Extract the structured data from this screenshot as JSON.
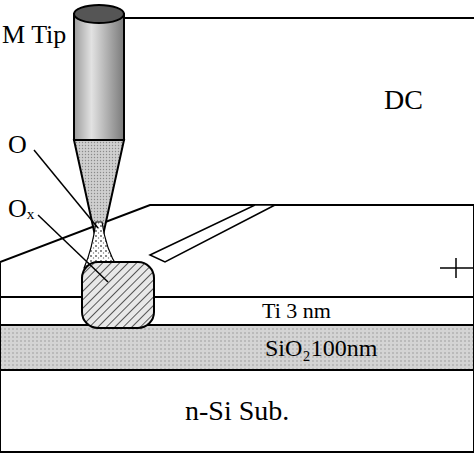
{
  "diagram": {
    "nodes": [
      {
        "text": [
          "Ti 3 nm"
        ]
      },
      {
        "text": [
          "SiO₂100nm"
        ]
      },
      {
        "text": [
          "n-Si Sub."
        ]
      }
    ],
    "labels": [
      "M Tip",
      "DC",
      "O",
      "Oₓ"
    ]
  }
}
